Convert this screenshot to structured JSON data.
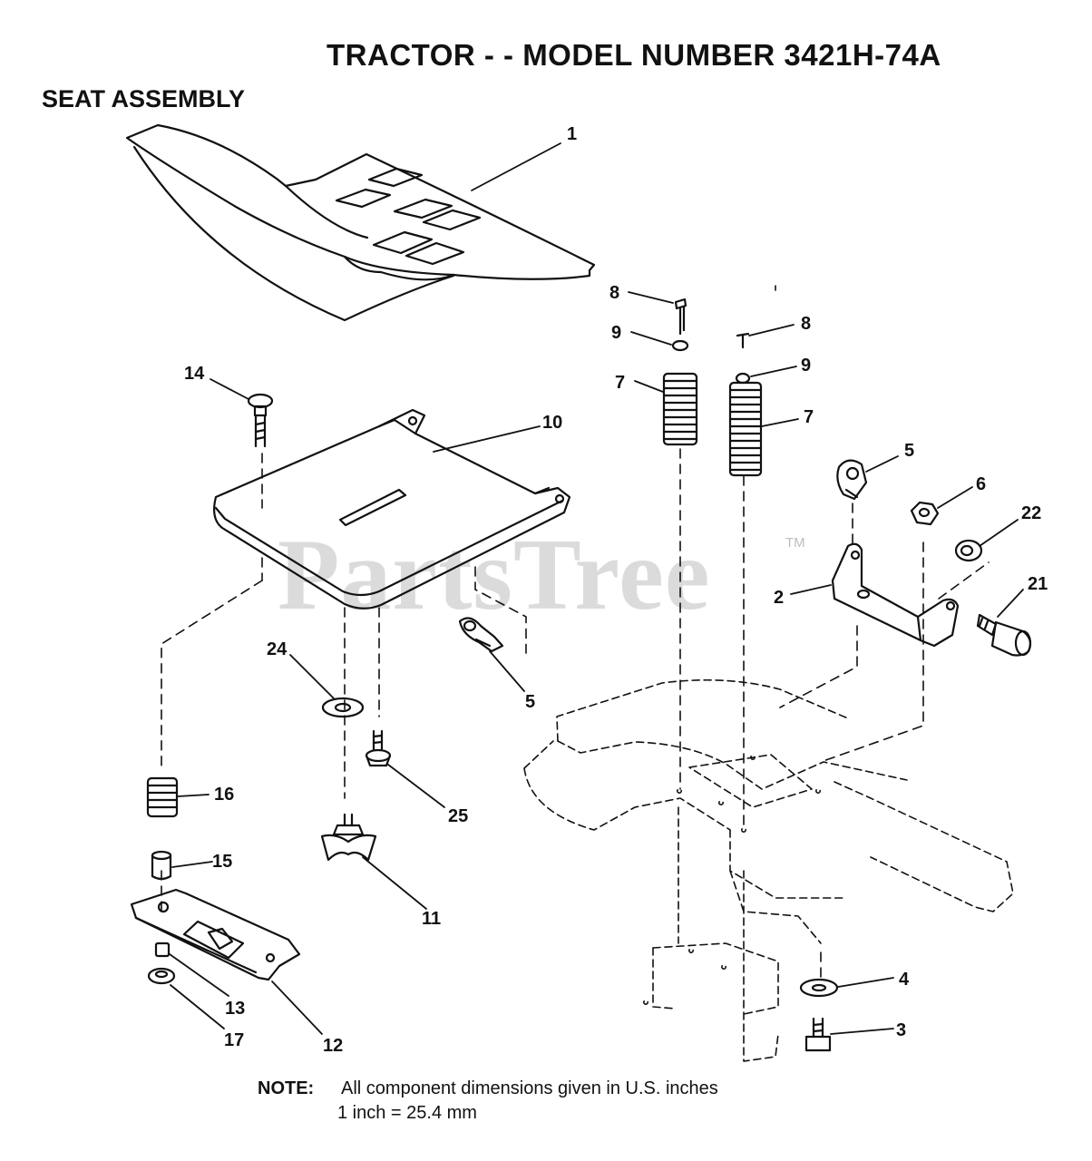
{
  "title": "TRACTOR - - MODEL NUMBER 3421H-74A",
  "subtitle": "SEAT ASSEMBLY",
  "watermark": "PartsTree",
  "watermark_tm": "TM",
  "note": {
    "label": "NOTE:",
    "line1": "All component dimensions given in U.S. inches",
    "line2": "1 inch = 25.4 mm"
  },
  "callouts": [
    {
      "id": "c1",
      "text": "1"
    },
    {
      "id": "c8a",
      "text": "8"
    },
    {
      "id": "c9a",
      "text": "9"
    },
    {
      "id": "c7a",
      "text": "7"
    },
    {
      "id": "c8b",
      "text": "8"
    },
    {
      "id": "c9b",
      "text": "9"
    },
    {
      "id": "c7b",
      "text": "7"
    },
    {
      "id": "c14",
      "text": "14"
    },
    {
      "id": "c10",
      "text": "10"
    },
    {
      "id": "c5a",
      "text": "5"
    },
    {
      "id": "c6",
      "text": "6"
    },
    {
      "id": "c22",
      "text": "22"
    },
    {
      "id": "c2",
      "text": "2"
    },
    {
      "id": "c21",
      "text": "21"
    },
    {
      "id": "c24",
      "text": "24"
    },
    {
      "id": "c5b",
      "text": "5"
    },
    {
      "id": "c16",
      "text": "16"
    },
    {
      "id": "c25",
      "text": "25"
    },
    {
      "id": "c15",
      "text": "15"
    },
    {
      "id": "c11",
      "text": "11"
    },
    {
      "id": "c4",
      "text": "4"
    },
    {
      "id": "c13",
      "text": "13"
    },
    {
      "id": "c3",
      "text": "3"
    },
    {
      "id": "c17",
      "text": "17"
    },
    {
      "id": "c12",
      "text": "12"
    }
  ]
}
